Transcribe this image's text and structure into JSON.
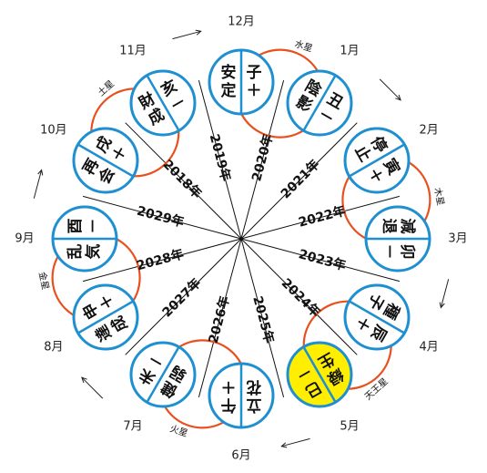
{
  "nodes": [
    {
      "month": "12月",
      "left": "安定",
      "right": "子＋",
      "highlight": false
    },
    {
      "month": "1月",
      "left": "陰影",
      "right": "丑－",
      "highlight": false
    },
    {
      "month": "2月",
      "left": "停止",
      "right": "寅＋",
      "highlight": false
    },
    {
      "month": "3月",
      "left": "減退",
      "right": "卯－",
      "highlight": false
    },
    {
      "month": "4月",
      "left": "種子",
      "right": "辰＋",
      "highlight": false
    },
    {
      "month": "5月",
      "left": "緑生",
      "right": "巳－",
      "highlight": true
    },
    {
      "month": "6月",
      "left": "立花",
      "right": "午＋",
      "highlight": false
    },
    {
      "month": "7月",
      "left": "健弱",
      "right": "未－",
      "highlight": false
    },
    {
      "month": "8月",
      "left": "達成",
      "right": "申＋",
      "highlight": false
    },
    {
      "month": "9月",
      "left": "乱気",
      "right": "酉－",
      "highlight": false
    },
    {
      "month": "10月",
      "left": "再会",
      "right": "戌＋",
      "highlight": false
    },
    {
      "month": "11月",
      "left": "財成",
      "right": "亥－",
      "highlight": false
    }
  ],
  "years": [
    "2020年",
    "2021年",
    "2022年",
    "2023年",
    "2024年",
    "2025年",
    "2026年",
    "2027年",
    "2028年",
    "2029年",
    "2018年",
    "2019年"
  ],
  "planets": [
    "水星",
    "木星",
    "天王星",
    "火星",
    "金星",
    "土星"
  ],
  "colors": {
    "circle_stroke": "#1e8fd0",
    "orbit": "#e8501e",
    "highlight_fill": "#ffee00",
    "text": "#111111"
  }
}
